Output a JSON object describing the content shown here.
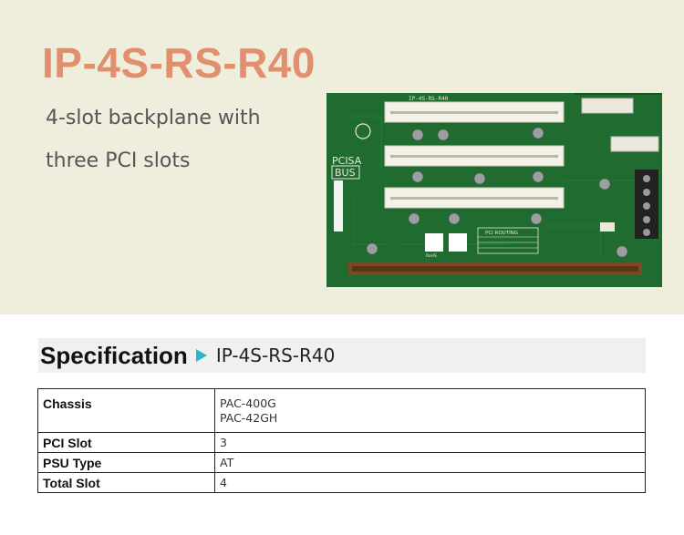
{
  "hero": {
    "title": "IP-4S-RS-R40",
    "description_lines": [
      "4-slot backplane with",
      "three PCI slots"
    ]
  },
  "board": {
    "part_number": "IP-4S-RS-R40",
    "bus_label_1": "PCISA",
    "bus_label_2": "BUS",
    "routing_label": "PCI ROUTING",
    "rohs_label": "RoHS",
    "colors": {
      "pcb": "#1f6b30",
      "pcb_dark": "#17531f",
      "slot_white": "#f4f1e8",
      "edge_connector": "#7a4a24",
      "terminal": "#222222",
      "background": "#efeedd",
      "title_accent": "#e0906d",
      "arrow_accent": "#2fb6c8"
    }
  },
  "spec": {
    "title": "Specification",
    "model": "IP-4S-RS-R40",
    "rows": [
      {
        "label": "Chassis",
        "values": [
          "PAC-400G",
          "PAC-42GH"
        ]
      },
      {
        "label": "PCI Slot",
        "values": [
          "3"
        ]
      },
      {
        "label": "PSU Type",
        "values": [
          "AT"
        ]
      },
      {
        "label": "Total Slot",
        "values": [
          "4"
        ]
      }
    ]
  }
}
